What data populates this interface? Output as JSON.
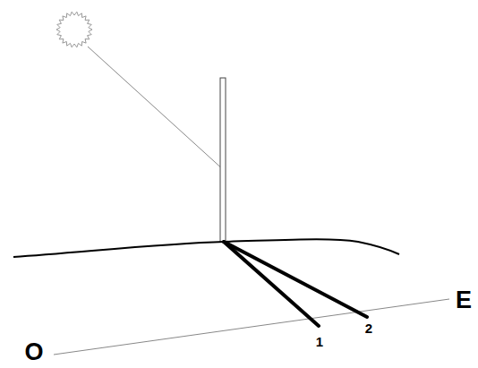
{
  "diagram": {
    "labels": [
      "O",
      "1",
      "2",
      "E"
    ]
  }
}
